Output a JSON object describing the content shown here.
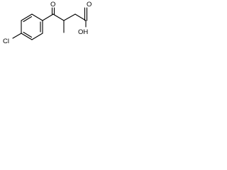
{
  "structure": {
    "atoms": {
      "chlorine": "Cl",
      "ketone_oxygen": "O",
      "acid_oxygen": "O",
      "hydroxyl": "OH"
    },
    "colors": {
      "background": "#ffffff",
      "ink": "#000000"
    }
  }
}
